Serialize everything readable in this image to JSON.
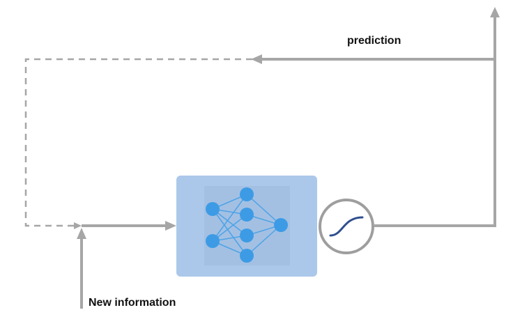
{
  "labels": {
    "prediction": "prediction",
    "new_information": "New information"
  },
  "colors": {
    "arrow": "#a6a6a6",
    "model_box": "#abc8ea",
    "network_panel": "#a3c0e3",
    "node": "#3d9be5",
    "edge": "#4ea3e6",
    "activation_ring": "#9e9e9e",
    "activation_curve": "#2f4f8f"
  },
  "nodes": {
    "network": "neural-network",
    "activation": "sigmoid-activation"
  }
}
